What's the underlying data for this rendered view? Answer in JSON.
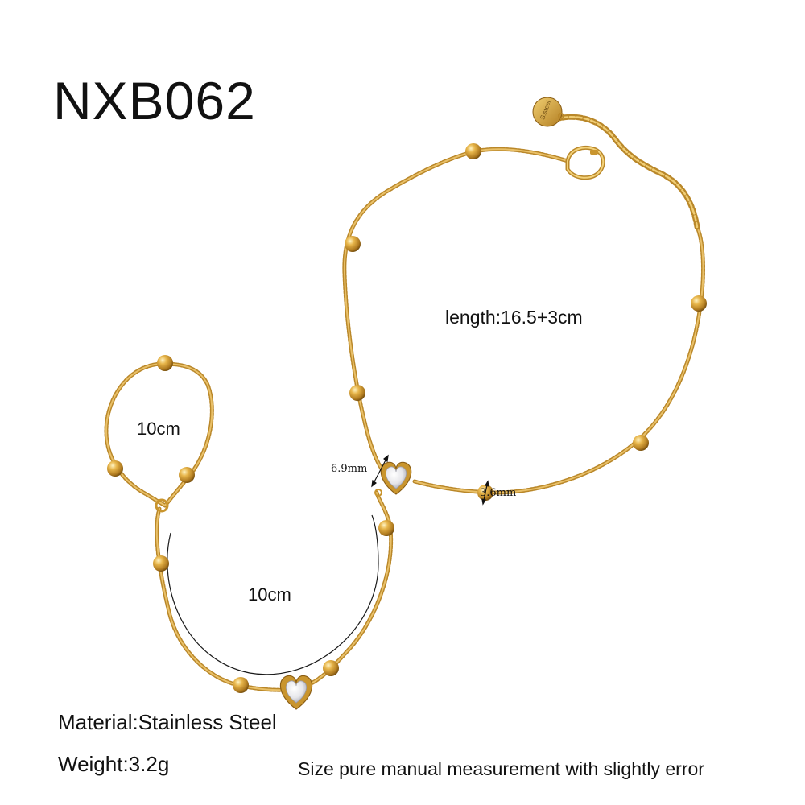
{
  "product": {
    "code": "NXB062",
    "material": "Material:Stainless Steel",
    "weight": "Weight:3.2g",
    "note": "Size pure manual measurement with slightly error"
  },
  "measurements": {
    "bracelet_length": "length:16.5+3cm",
    "ring_size": "10cm",
    "connector_length": "10cm",
    "heart_size": "6.9mm",
    "bead_size": "3.6mm"
  },
  "tag": {
    "engraving": "S.steel"
  },
  "colors": {
    "gold": "#c9952e",
    "gold_light": "#f3d27a",
    "gold_dark": "#8a5d14",
    "text": "#111111",
    "background": "#ffffff"
  }
}
